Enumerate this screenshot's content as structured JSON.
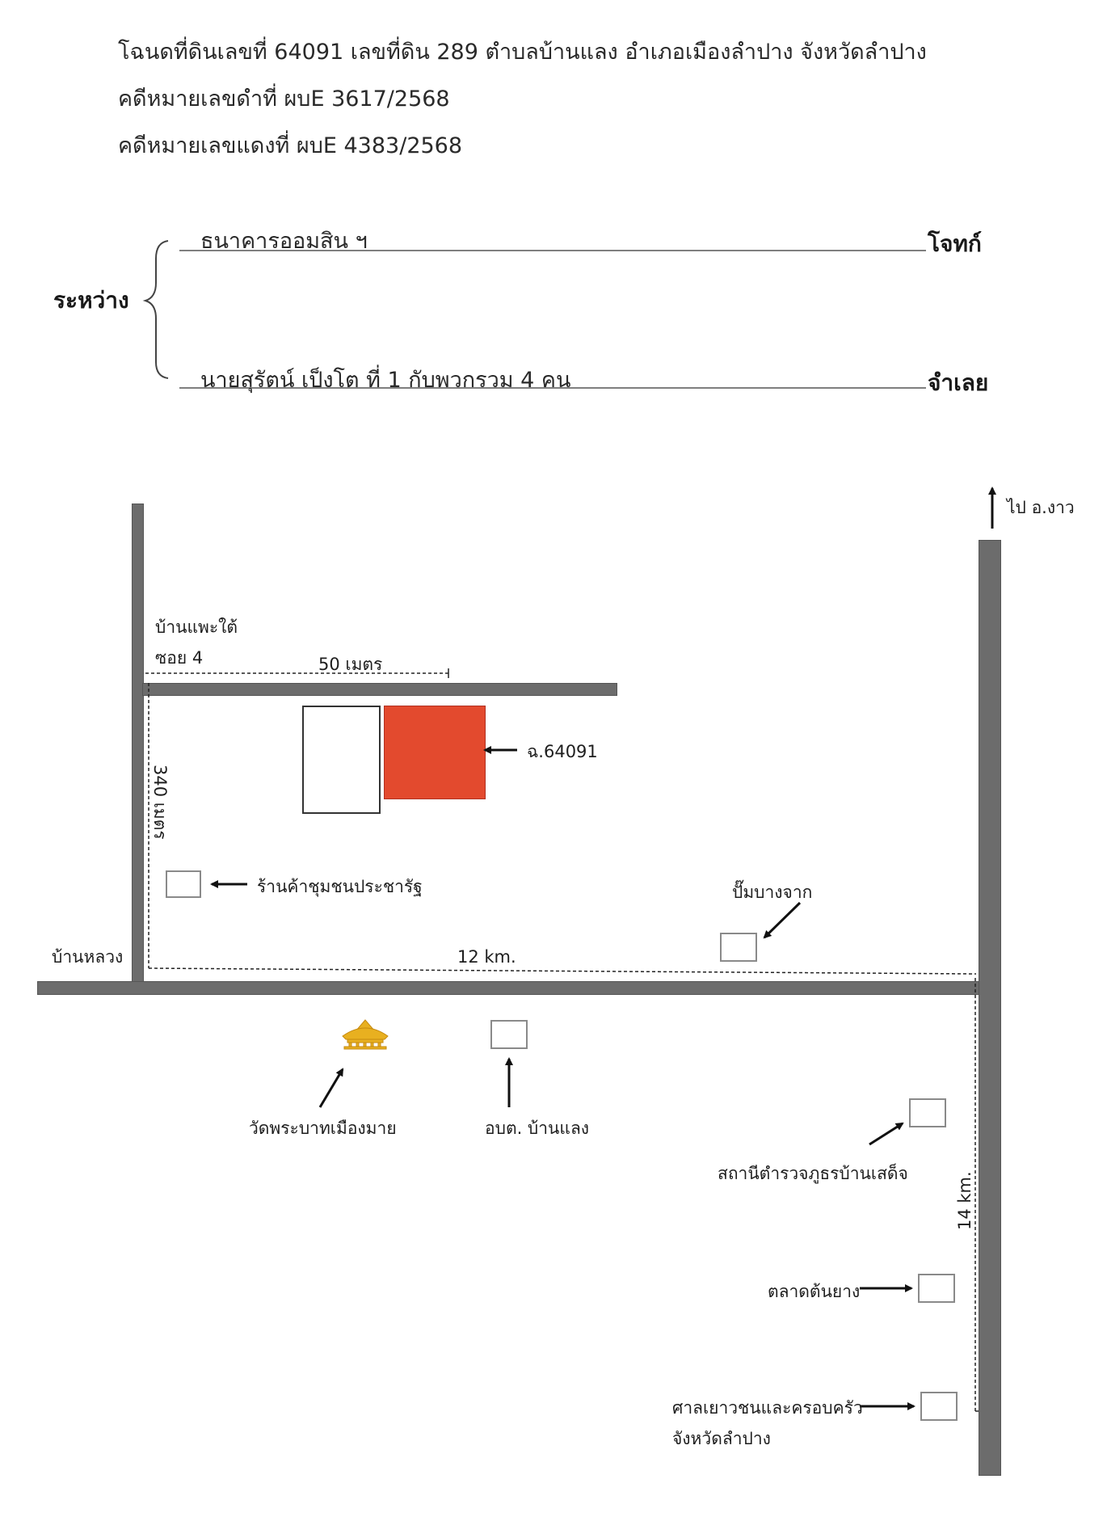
{
  "header": {
    "deed_line": "โฉนดที่ดินเลขที่ 64091  เลขที่ดิน  289  ตำบลบ้านแลง  อำเภอเมืองลำปาง  จังหวัดลำปาง",
    "black_case": "คดีหมายเลขดำที่     ผบE 3617/2568",
    "red_case": "คดีหมายเลขแดงที่   ผบE 4383/2568"
  },
  "parties": {
    "between_label": "ระหว่าง",
    "plaintiff_name": "ธนาคารออมสิน ฯ",
    "plaintiff_role": "โจทก์",
    "defendant_name": "นายสุรัตน์  เป็งโต  ที่  1  กับพวกรวม  4  คน",
    "defendant_role": "จำเลย"
  },
  "map": {
    "direction_label": "ไป อ.งาว",
    "soi_name_line1": "บ้านแพะใต้",
    "soi_name_line2": "ซอย 4",
    "distance_soi": "50 เมตร",
    "distance_side": "340 เมตร",
    "deed_label": "ฉ.64091",
    "shop_label": "ร้านค้าชุมชนประชารัฐ",
    "gas_station_label": "ปั๊มบางจาก",
    "village_label": "บ้านหลวง",
    "distance_main": "12 km.",
    "temple_label": "วัดพระบาทเมืองมาย",
    "tao_label": "อบต. บ้านแลง",
    "police_label": "สถานีตำรวจภูธรบ้านเสด็จ",
    "distance_highway": "14 km.",
    "market_label": "ตลาดต้นยาง",
    "court_label_line1": "ศาลเยาวชนและครอบครัว",
    "court_label_line2": "จังหวัดลำปาง",
    "colors": {
      "road": "#6c6c6c",
      "target_plot": "#e34a2e",
      "temple": "#e8b020"
    }
  }
}
